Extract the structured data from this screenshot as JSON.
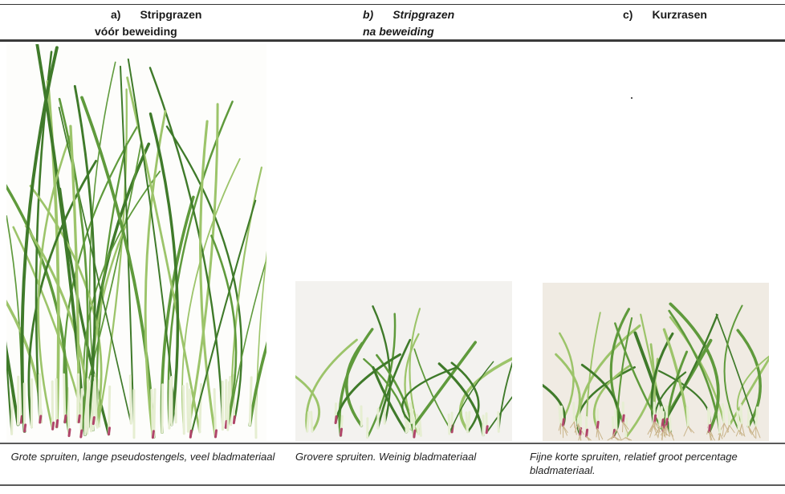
{
  "columns": [
    {
      "id": "a",
      "marker": "a)",
      "title_line1": "Stripgrazen",
      "title_line2": "vóór beweiding",
      "caption": "Grote spruiten, lange pseudostengels, veel bladmateriaal"
    },
    {
      "id": "b",
      "marker": "b)",
      "title_line1": "Stripgrazen",
      "title_line2": "na beweiding",
      "caption": "Grovere spruiten. Weinig bladmateriaal"
    },
    {
      "id": "c",
      "marker": "c)",
      "title_line1": "Kurzrasen",
      "caption": "Fijne korte spruiten, relatief groot percentage bladmateriaal."
    }
  ],
  "colors": {
    "grass_dark": "#3f7a2a",
    "grass_mid": "#5f9a3c",
    "grass_light": "#9cc46a",
    "stem_base": "#e6eed2",
    "base_tint": "#b0456a",
    "root": "#c9b48a"
  }
}
